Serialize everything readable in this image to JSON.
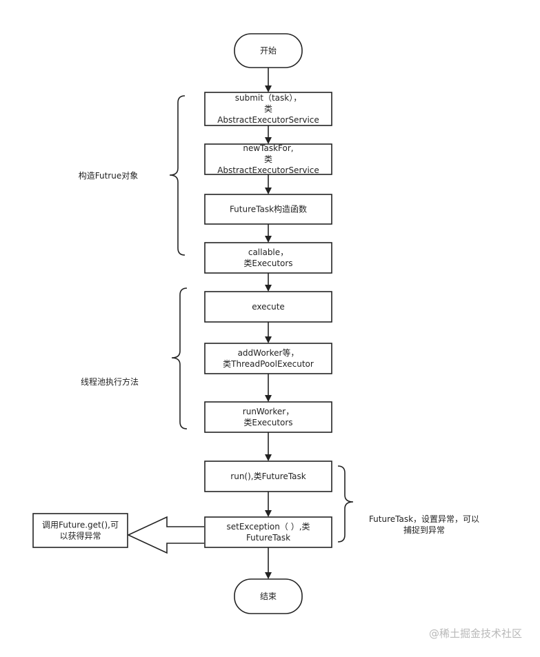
{
  "nodes": {
    "start": {
      "lines": [
        "开始"
      ]
    },
    "submit": {
      "lines": [
        "submit（task），",
        "类",
        "AbstractExecutorService"
      ]
    },
    "newTaskFor": {
      "lines": [
        "newTaskFor,",
        "类",
        "AbstractExecutorService"
      ]
    },
    "futureTaskCtor": {
      "lines": [
        "FutureTask构造函数"
      ]
    },
    "callable": {
      "lines": [
        "callable，",
        "类Executors"
      ]
    },
    "execute": {
      "lines": [
        "execute"
      ]
    },
    "addWorker": {
      "lines": [
        "addWorker等，",
        "类ThreadPoolExecutor"
      ]
    },
    "runWorker": {
      "lines": [
        "runWorker，",
        "类Executors"
      ]
    },
    "run": {
      "lines": [
        "run(),类FutureTask"
      ]
    },
    "setException": {
      "lines": [
        "setException（ ）,类",
        "FutureTask"
      ]
    },
    "futureGet": {
      "lines": [
        "调用Future.get(),可",
        "以获得异常"
      ]
    },
    "end": {
      "lines": [
        "结束"
      ]
    }
  },
  "groups": {
    "construct": {
      "lines": [
        "构造Futrue对象"
      ]
    },
    "pool": {
      "lines": [
        "线程池执行方法"
      ]
    },
    "futureTask": {
      "lines": [
        "FutureTask，设置异常，可以",
        "捕捉到异常"
      ]
    }
  },
  "watermark": "@稀土掘金技术社区"
}
